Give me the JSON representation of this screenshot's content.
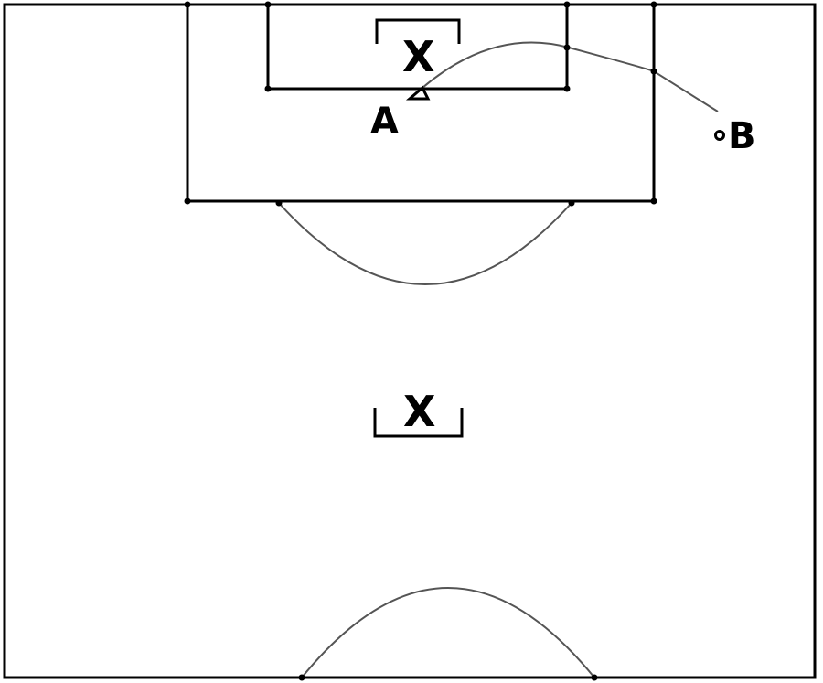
{
  "markers": {
    "goal_mark": "X",
    "center_mark": "X"
  },
  "points": {
    "a": "A",
    "b": "B"
  }
}
